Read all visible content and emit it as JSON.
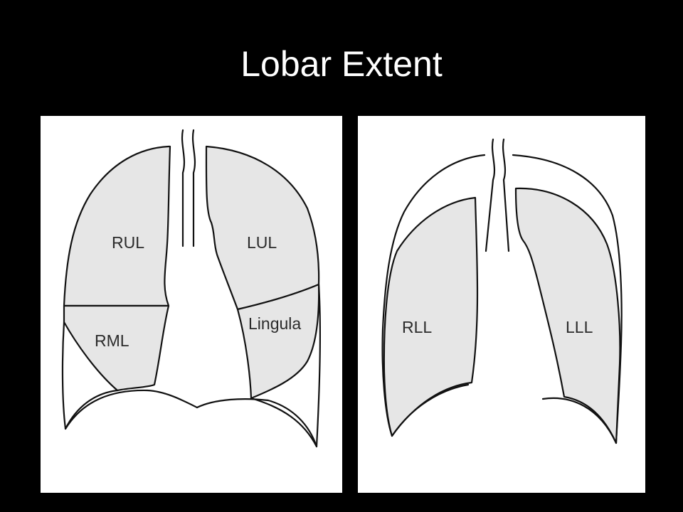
{
  "title": "Lobar Extent",
  "colors": {
    "background": "#000000",
    "panel": "#ffffff",
    "lobe_fill": "#e6e6e6",
    "outline": "#111111"
  },
  "panels": [
    {
      "view": "frontal",
      "labels": {
        "rul": "RUL",
        "rml": "RML",
        "lul": "LUL",
        "lingula": "Lingula"
      }
    },
    {
      "view": "frontal-lower-lobes",
      "labels": {
        "rll": "RLL",
        "lll": "LLL"
      }
    }
  ]
}
